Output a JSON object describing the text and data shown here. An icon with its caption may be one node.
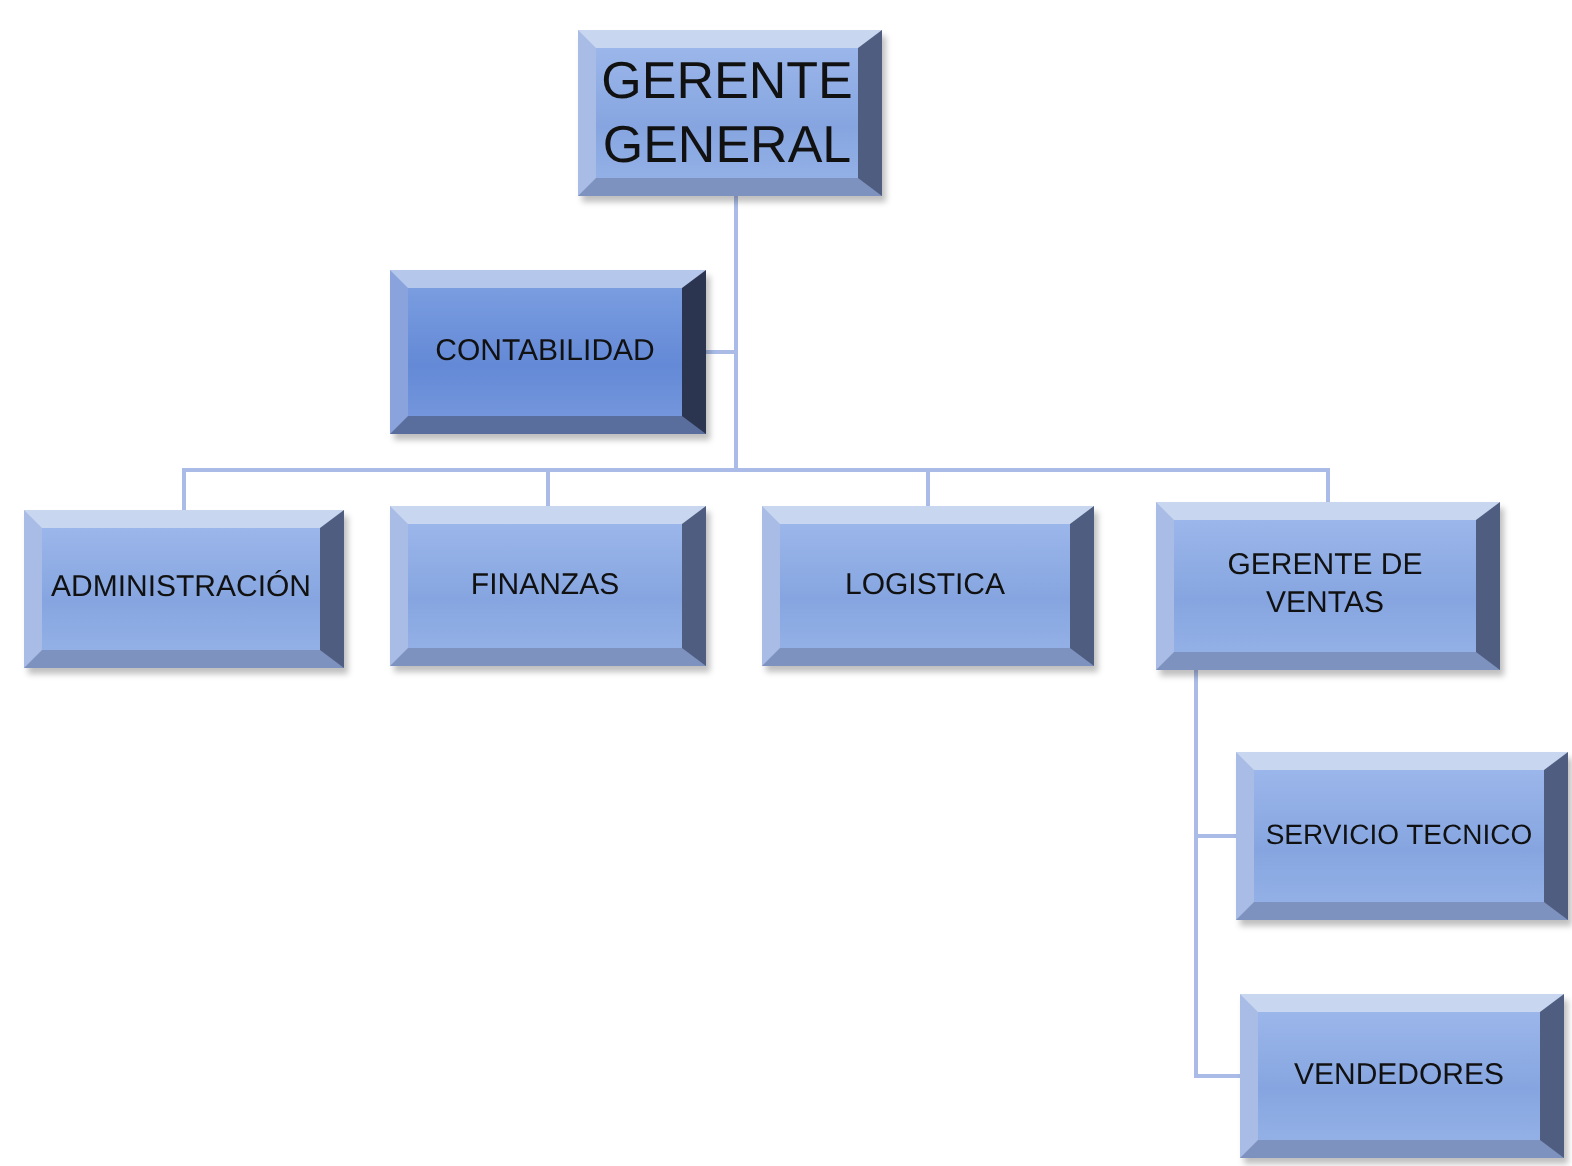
{
  "diagram": {
    "nodes": [
      {
        "text": [
          "GERENTE GENERAL"
        ]
      },
      {
        "text": [
          "CONTABILIDAD"
        ]
      },
      {
        "text": [
          "ADMINISTRACIÓN"
        ]
      },
      {
        "text": [
          "FINANZAS"
        ]
      },
      {
        "text": [
          "LOGISTICA"
        ]
      },
      {
        "text": [
          "GERENTE DE VENTAS"
        ]
      },
      {
        "text": [
          "SERVICIO TECNICO"
        ]
      },
      {
        "text": [
          "VENDEDORES"
        ]
      }
    ],
    "edges": [
      {
        "from": 0,
        "to": 1,
        "arrow": "none"
      },
      {
        "from": 0,
        "to": 2,
        "arrow": "none"
      },
      {
        "from": 0,
        "to": 3,
        "arrow": "none"
      },
      {
        "from": 0,
        "to": 4,
        "arrow": "none"
      },
      {
        "from": 0,
        "to": 5,
        "arrow": "none"
      },
      {
        "from": 5,
        "to": 6,
        "arrow": "none"
      },
      {
        "from": 5,
        "to": 7,
        "arrow": "none"
      }
    ]
  }
}
